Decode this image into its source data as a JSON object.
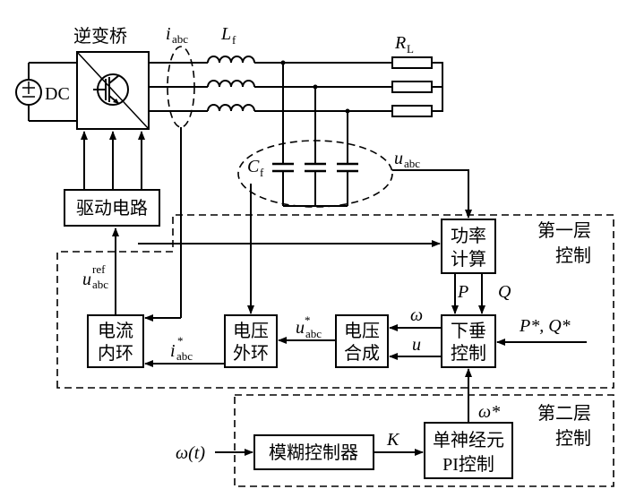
{
  "labels": {
    "inverter": "逆变桥",
    "dc": "DC",
    "current_sym": "i",
    "current_sub": "abc",
    "lf_sym": "L",
    "lf_sub": "f",
    "rl_sym": "R",
    "rl_sub": "L",
    "cf_sym": "C",
    "cf_sub": "f",
    "volt_sym": "u",
    "volt_sub": "abc",
    "ref_sym": "u",
    "ref_sup": "ref",
    "ref_sub": "abc",
    "driver": "驱动电路",
    "power_calc_1": "功率",
    "power_calc_2": "计算",
    "layer1_1": "第一层",
    "layer1_2": "控制",
    "layer2_1": "第二层",
    "layer2_2": "控制",
    "p": "P",
    "q": "Q",
    "droop_1": "下垂",
    "droop_2": "控制",
    "pq_ref": "P*, Q*",
    "omega": "ω",
    "u": "u",
    "vsynth_1": "电压",
    "vsynth_2": "合成",
    "uabc_star_sym": "u",
    "uabc_star_sup": "*",
    "uabc_star_sub": "abc",
    "vloop_1": "电压",
    "vloop_2": "外环",
    "iabc_star_sym": "i",
    "iabc_star_sup": "*",
    "iabc_star_sub": "abc",
    "cloop_1": "电流",
    "cloop_2": "内环",
    "omega_star": "ω*",
    "omega_t": "ω(t)",
    "fuzzy": "模糊控制器",
    "k": "K",
    "neuron_1": "单神经元",
    "neuron_2": "PI控制"
  }
}
